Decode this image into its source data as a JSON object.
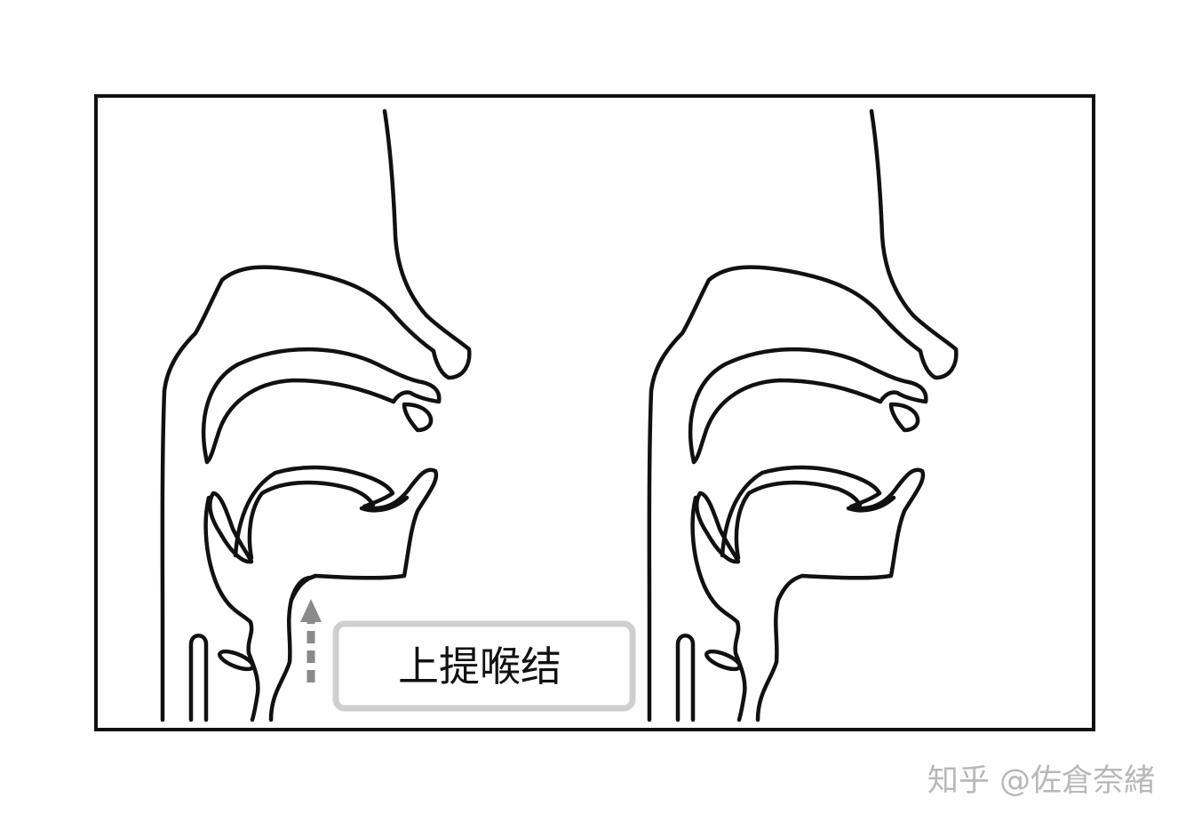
{
  "diagram": {
    "label": "上提喉结",
    "watermark": "知乎 @佐倉奈緒",
    "colors": {
      "line": "#111111",
      "label_border": "#cfcfcf",
      "arrow": "#8a8a8a",
      "watermark": "#b8b8b8"
    },
    "panels": [
      {
        "state": "larynx-raised",
        "has_arrow": true
      },
      {
        "state": "larynx-rest",
        "has_arrow": false
      }
    ]
  }
}
